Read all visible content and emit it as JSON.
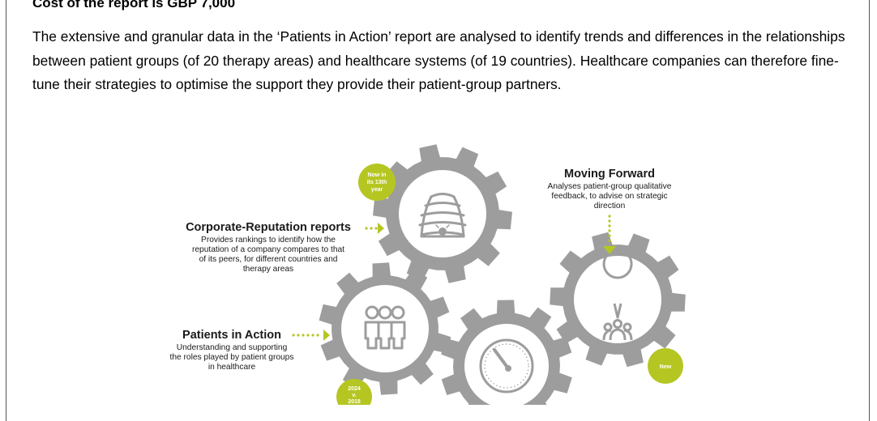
{
  "header": {
    "title": "Cost of the report is GBP 7,000"
  },
  "intro": {
    "text": "The extensive and granular data in the ‘Patients in Action’ report are analysed to identify trends and differences in the relationships between patient groups (of 20 therapy areas) and healthcare systems (of 19 countries). Healthcare companies can therefore fine-tune their strategies to optimise the support they provide their patient-group partners."
  },
  "diagram": {
    "colors": {
      "gear": "#9d9d9d",
      "accent": "#b5c623",
      "text": "#1a1a1a"
    },
    "corporate": {
      "title": "Corporate-Reputation reports",
      "desc": [
        "Provides rankings to identify how the",
        "reputation of a company compares to that",
        "of its peers, for different countries and",
        "therapy areas"
      ],
      "icon": "beehive-icon"
    },
    "patients": {
      "title": "Patients in Action",
      "desc": [
        "Understanding and supporting",
        "the roles played by patient groups",
        "in healthcare"
      ],
      "icon": "people-group-icon"
    },
    "moving": {
      "title": "Moving Forward",
      "desc": [
        "Analyses patient-group qualitative",
        "feedback, to advise on strategic",
        "direction"
      ],
      "icon": "speech-bubble-audience-icon"
    },
    "gauge": {
      "icon": "gauge-icon"
    },
    "badges": {
      "top": [
        "Now in",
        "its 13th",
        "year"
      ],
      "new": "New",
      "year": [
        "2024",
        "v.",
        "2018"
      ]
    }
  }
}
